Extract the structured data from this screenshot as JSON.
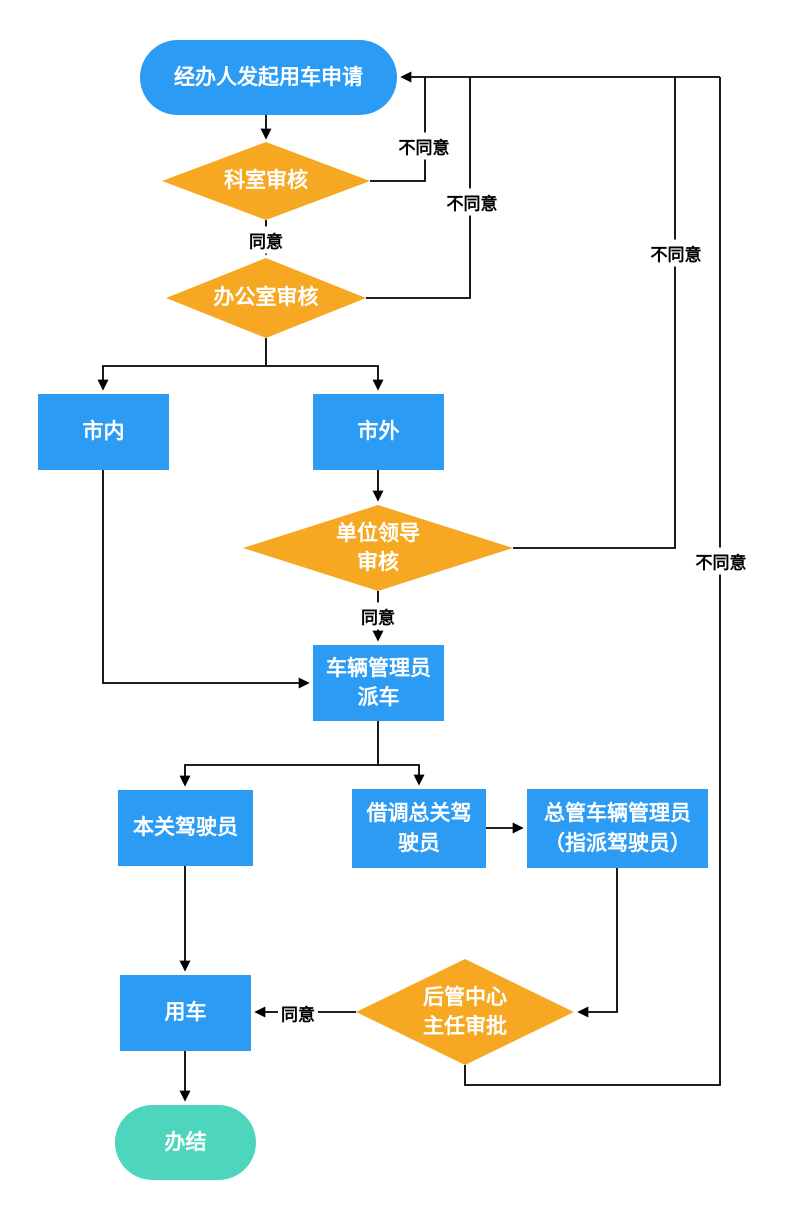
{
  "diagram": {
    "type": "flowchart",
    "language": "zh-CN",
    "colors": {
      "process_blue": "#2b9bf3",
      "decision_orange": "#f7a823",
      "end_teal": "#4ed5bd",
      "line_black": "#000000",
      "node_text_white": "#ffffff",
      "background": "#ffffff"
    },
    "nodes": {
      "start": {
        "label": "经办人发起用车申请",
        "shape": "stadium"
      },
      "dept_review": {
        "label": "科室审核",
        "shape": "diamond"
      },
      "office_review": {
        "label": "办公室审核",
        "shape": "diamond"
      },
      "in_city": {
        "label": "市内",
        "shape": "rect"
      },
      "out_city": {
        "label": "市外",
        "shape": "rect"
      },
      "leader_review": {
        "label": [
          "单位领导",
          "审核"
        ],
        "shape": "diamond"
      },
      "dispatch": {
        "label": [
          "车辆管理员",
          "派车"
        ],
        "shape": "rect"
      },
      "local_driver": {
        "label": "本关驾驶员",
        "shape": "rect"
      },
      "borrowed_driver": {
        "label": [
          "借调总关驾",
          "驶员"
        ],
        "shape": "rect"
      },
      "hq_manager": {
        "label": [
          "总管车辆管理员",
          "（指派驾驶员）"
        ],
        "shape": "rect"
      },
      "director_approval": {
        "label": [
          "后管中心",
          "主任审批"
        ],
        "shape": "diamond"
      },
      "use_car": {
        "label": "用车",
        "shape": "rect"
      },
      "end": {
        "label": "办结",
        "shape": "stadium"
      }
    },
    "edge_labels": {
      "agree_dept": "同意",
      "agree_leader": "同意",
      "agree_director": "同意",
      "disagree_dept": "不同意",
      "disagree_office": "不同意",
      "disagree_leader": "不同意",
      "disagree_director": "不同意"
    },
    "edges": [
      {
        "from": "start",
        "to": "dept_review",
        "label": ""
      },
      {
        "from": "dept_review",
        "to": "office_review",
        "label": "同意"
      },
      {
        "from": "dept_review",
        "to": "start",
        "label": "不同意"
      },
      {
        "from": "office_review",
        "to": "in_city",
        "label": ""
      },
      {
        "from": "office_review",
        "to": "out_city",
        "label": ""
      },
      {
        "from": "office_review",
        "to": "start",
        "label": "不同意"
      },
      {
        "from": "out_city",
        "to": "leader_review",
        "label": ""
      },
      {
        "from": "leader_review",
        "to": "dispatch",
        "label": "同意"
      },
      {
        "from": "leader_review",
        "to": "start",
        "label": "不同意"
      },
      {
        "from": "in_city",
        "to": "dispatch",
        "label": ""
      },
      {
        "from": "dispatch",
        "to": "local_driver",
        "label": ""
      },
      {
        "from": "dispatch",
        "to": "borrowed_driver",
        "label": ""
      },
      {
        "from": "borrowed_driver",
        "to": "hq_manager",
        "label": ""
      },
      {
        "from": "hq_manager",
        "to": "director_approval",
        "label": ""
      },
      {
        "from": "director_approval",
        "to": "use_car",
        "label": "同意"
      },
      {
        "from": "director_approval",
        "to": "start",
        "label": "不同意"
      },
      {
        "from": "local_driver",
        "to": "use_car",
        "label": ""
      },
      {
        "from": "use_car",
        "to": "end",
        "label": ""
      }
    ]
  }
}
